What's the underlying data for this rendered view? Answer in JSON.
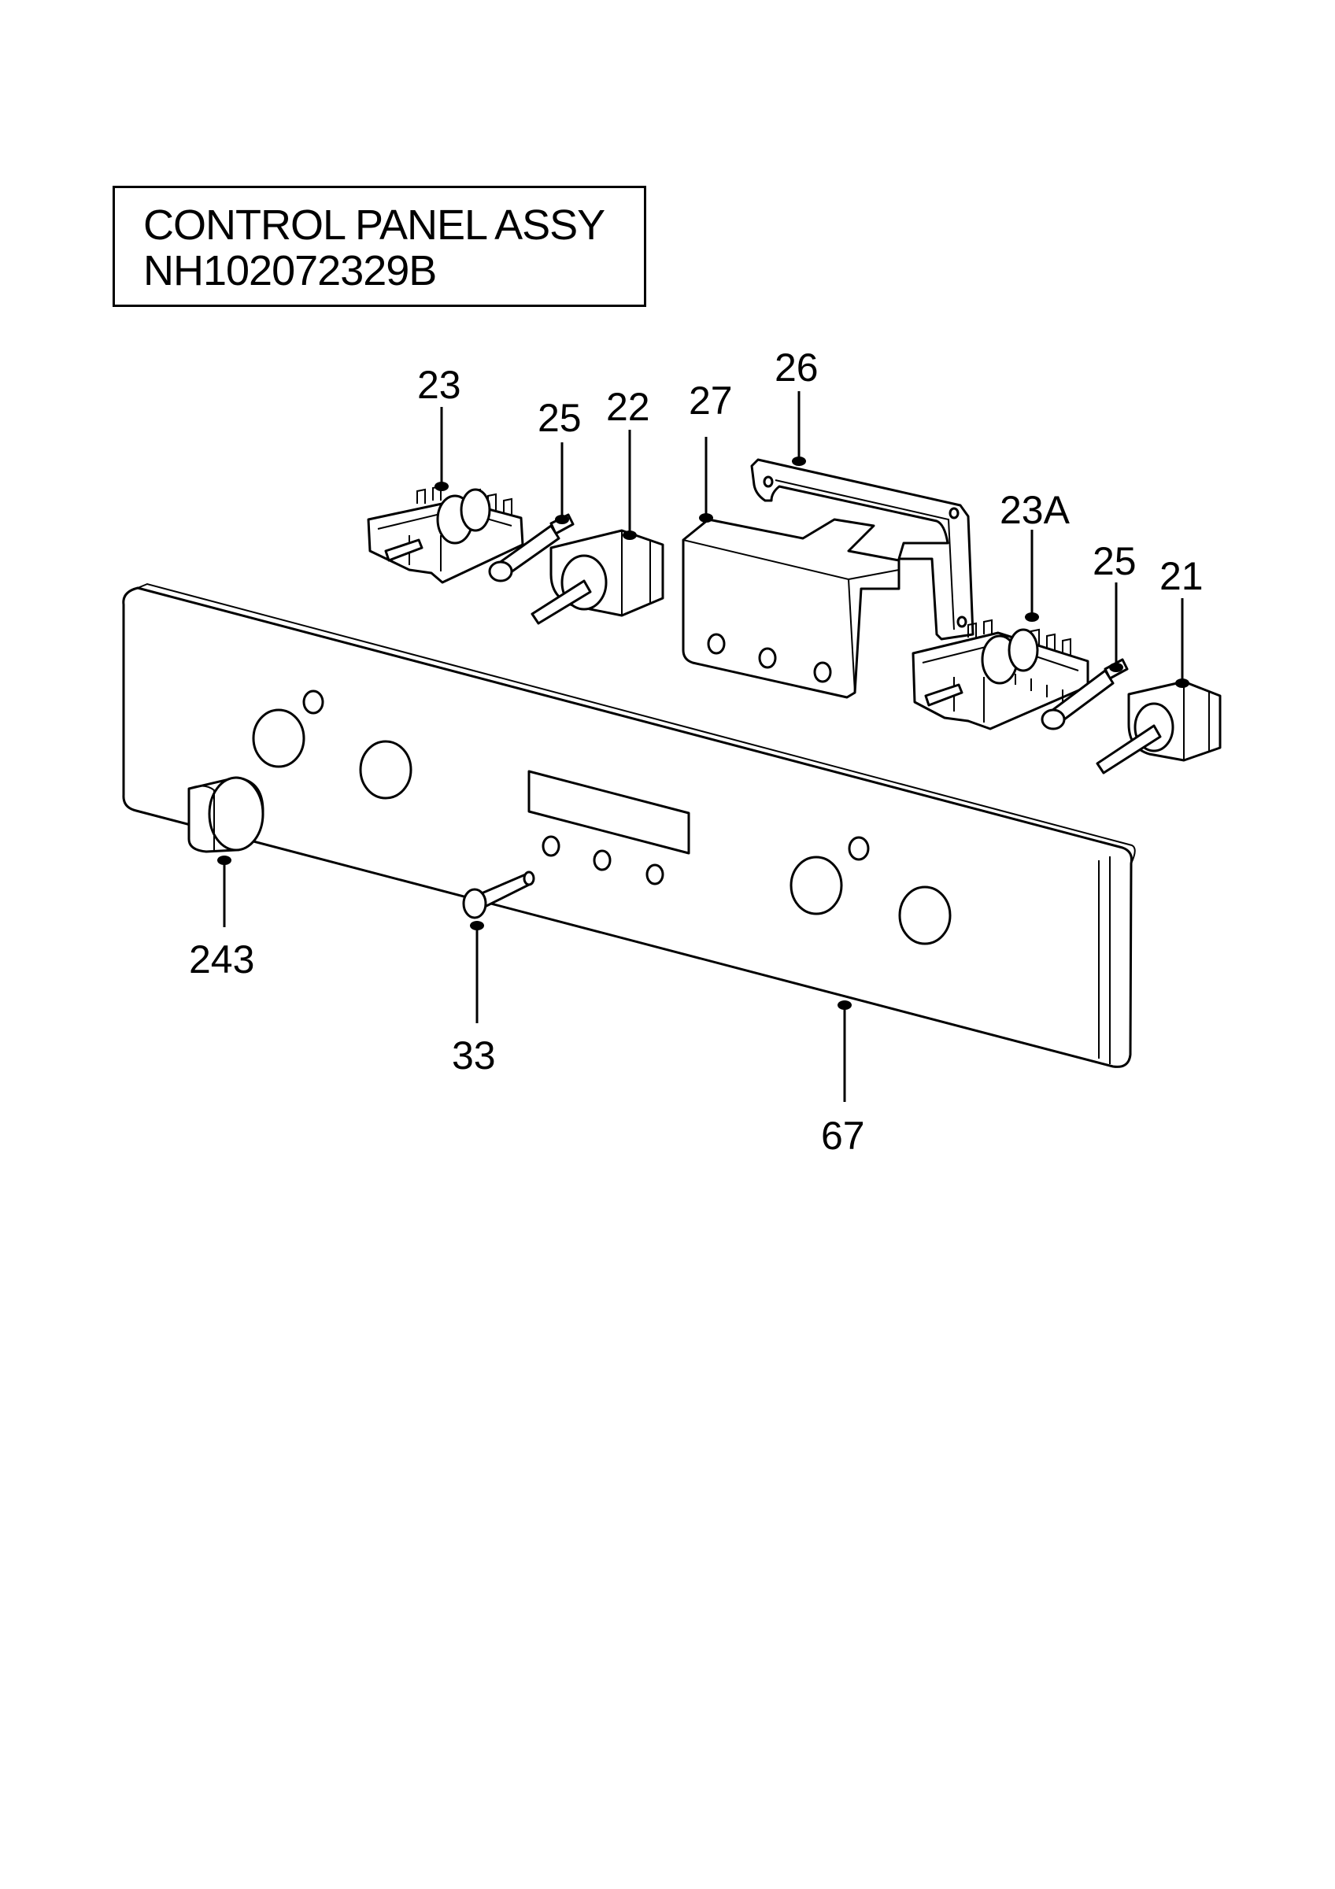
{
  "title": {
    "line1": "CONTROL PANEL ASSY",
    "line2": "NH102072329B"
  },
  "callouts": [
    {
      "id": "c23",
      "text": "23"
    },
    {
      "id": "c25a",
      "text": "25"
    },
    {
      "id": "c22",
      "text": "22"
    },
    {
      "id": "c27",
      "text": "27"
    },
    {
      "id": "c26",
      "text": "26"
    },
    {
      "id": "c23A",
      "text": "23A"
    },
    {
      "id": "c25b",
      "text": "25"
    },
    {
      "id": "c21",
      "text": "21"
    },
    {
      "id": "c243",
      "text": "243"
    },
    {
      "id": "c33",
      "text": "33"
    },
    {
      "id": "c67",
      "text": "67"
    }
  ]
}
